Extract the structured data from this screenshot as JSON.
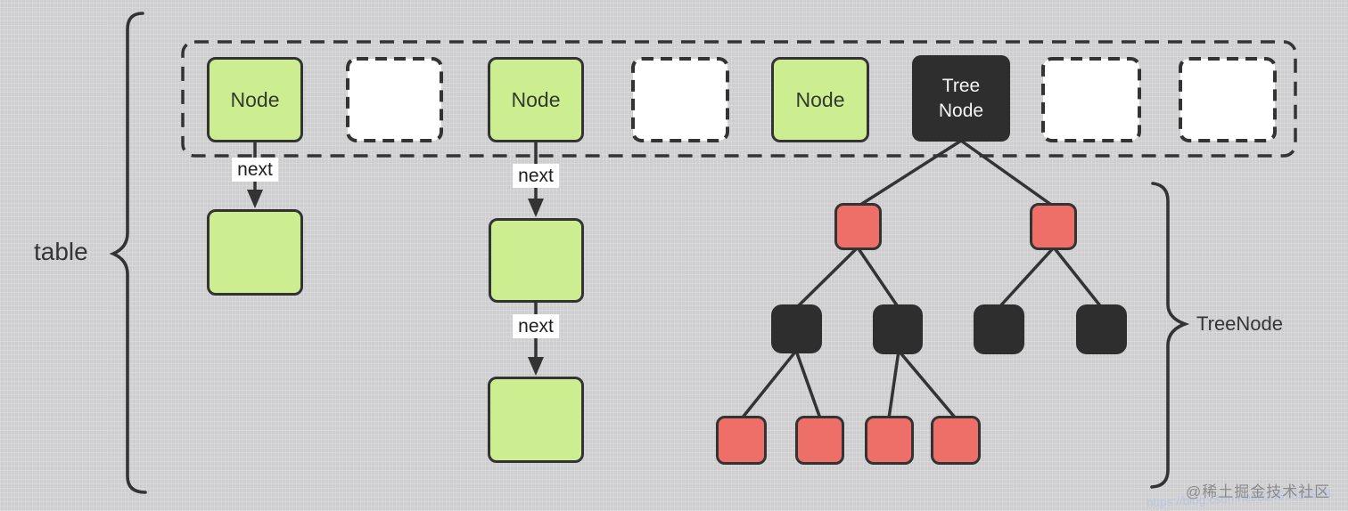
{
  "diagram": {
    "table_label": "table",
    "treenode_label": "TreeNode",
    "next_label": "next",
    "tree_node_box_label": "Tree Node",
    "table_cells": [
      {
        "index": 0,
        "type": "node",
        "label": "Node"
      },
      {
        "index": 1,
        "type": "empty",
        "label": ""
      },
      {
        "index": 2,
        "type": "node",
        "label": "Node"
      },
      {
        "index": 3,
        "type": "empty",
        "label": ""
      },
      {
        "index": 4,
        "type": "node",
        "label": "Node"
      },
      {
        "index": 5,
        "type": "tree-node",
        "label": "Tree Node"
      },
      {
        "index": 6,
        "type": "empty",
        "label": ""
      },
      {
        "index": 7,
        "type": "empty",
        "label": ""
      }
    ],
    "linked_lists": [
      {
        "from_cell": 0,
        "pointer_label": "next",
        "chained_nodes": 1
      },
      {
        "from_cell": 2,
        "pointer_label": "next",
        "chained_nodes": 2
      }
    ],
    "tree": {
      "root_cell": 5,
      "levels": [
        {
          "color": "red",
          "count": 2
        },
        {
          "color": "dark",
          "count": 4
        },
        {
          "color": "red",
          "count": 4
        }
      ]
    }
  },
  "colors": {
    "background": "#d2d2d4",
    "node_green": "#cdee90",
    "tree_red": "#ee6e68",
    "tree_dark": "#2e2e2e",
    "stroke": "#333333",
    "empty_cell": "#ffffff"
  },
  "watermark": {
    "community": "@稀土掘金技术社区",
    "url": "https://blog.csdn.net/d2457638978"
  }
}
